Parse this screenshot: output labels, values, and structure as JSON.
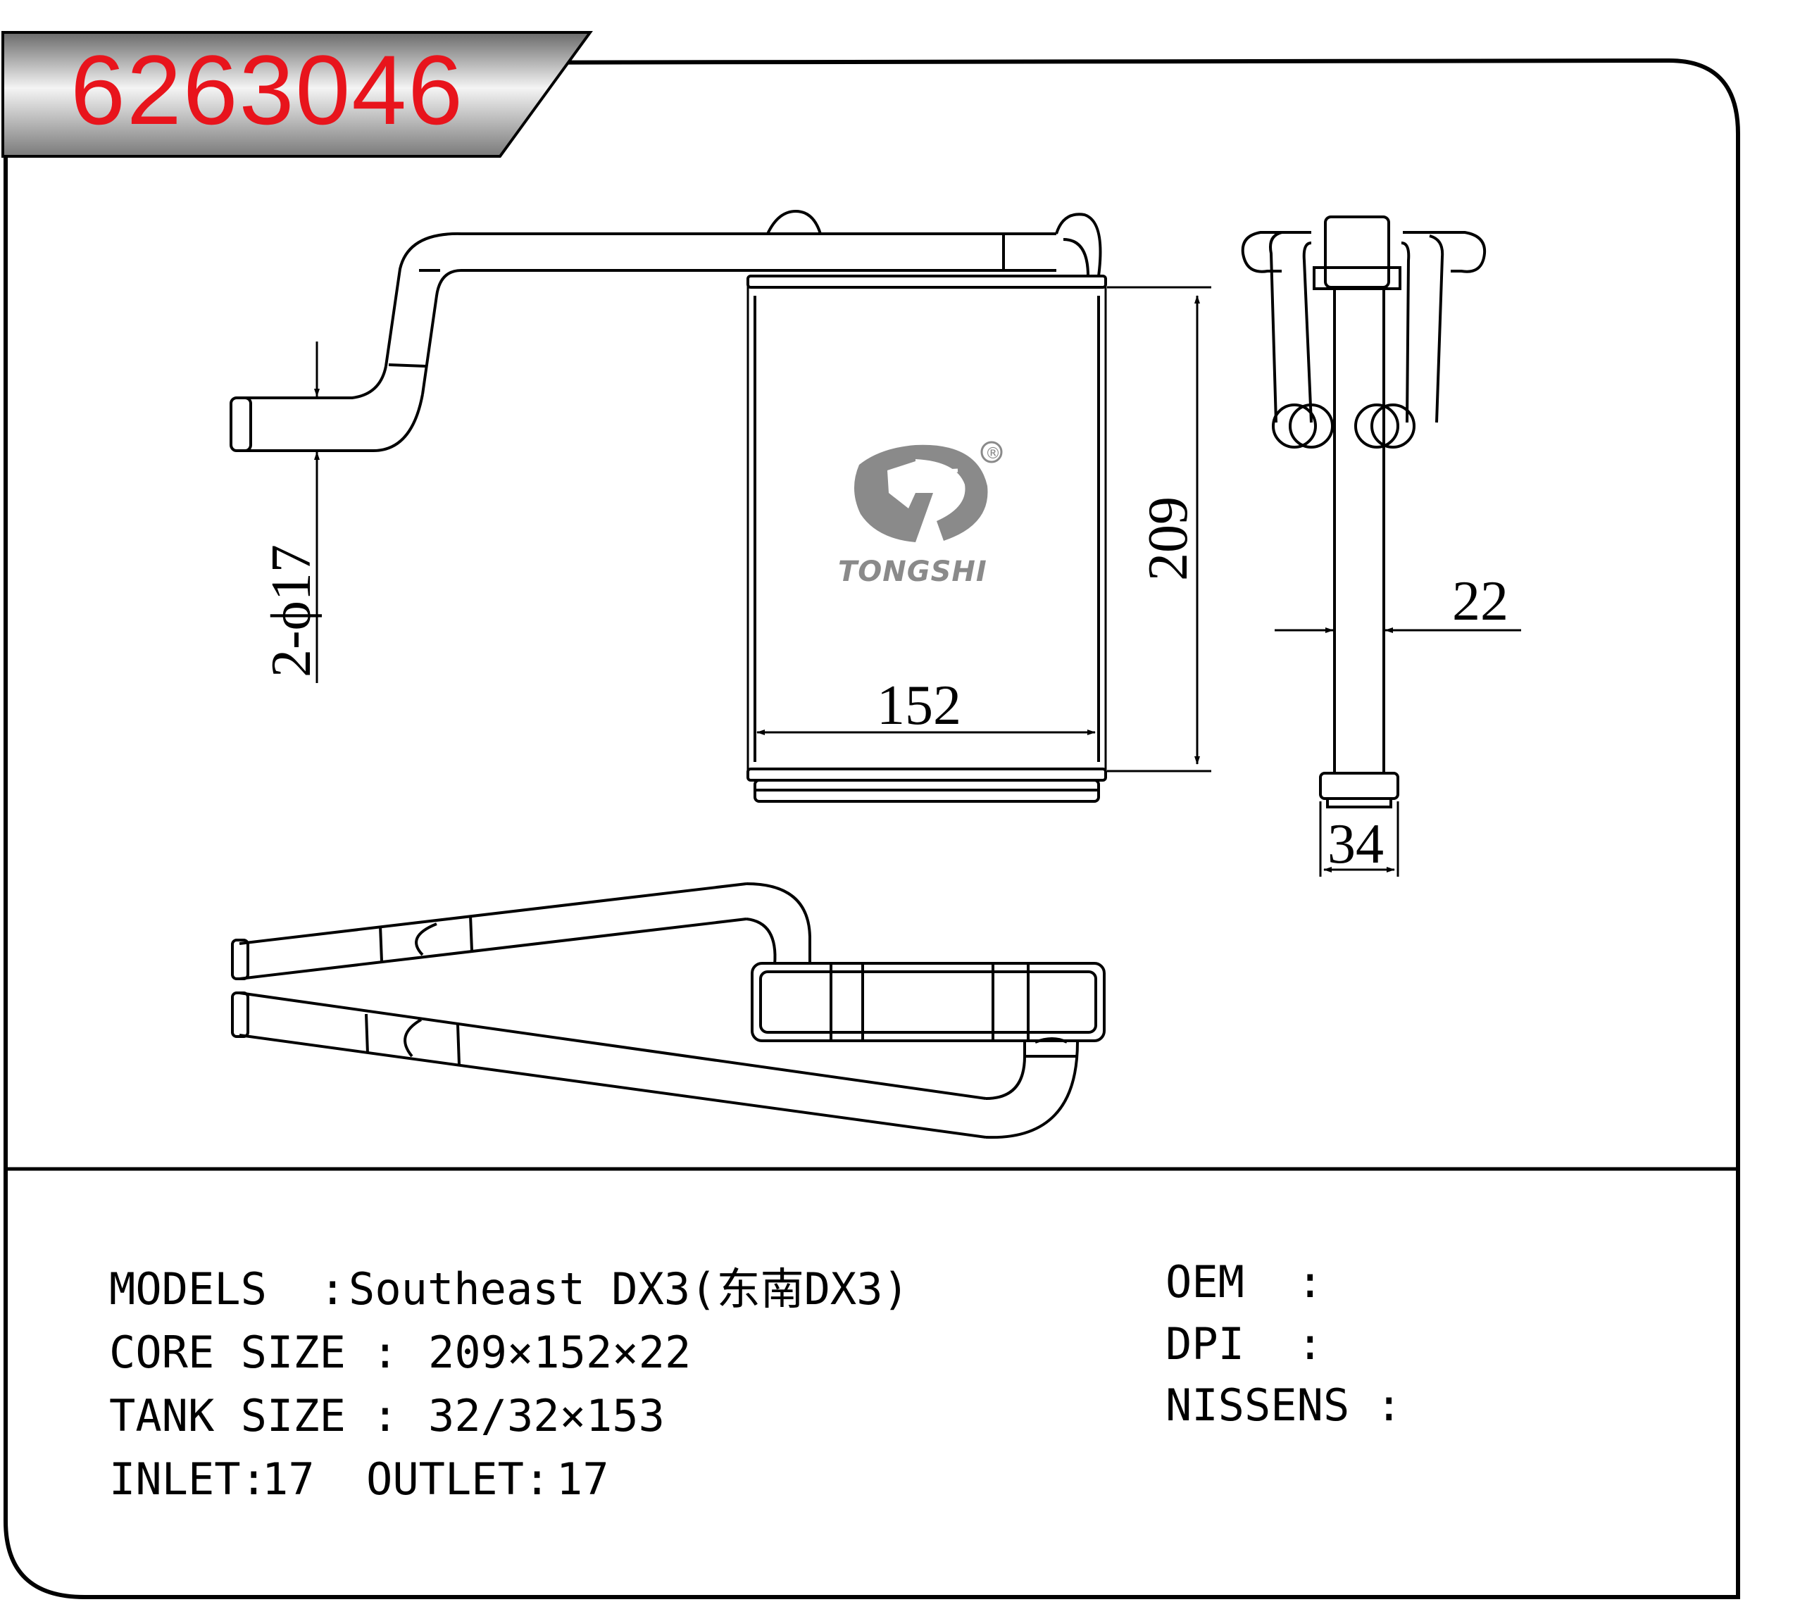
{
  "header": {
    "part_number": "6263046",
    "part_number_color": "#e8141c"
  },
  "drawing": {
    "dim_width": "152",
    "dim_height": "209",
    "dim_depth": "22",
    "dim_tank": "34",
    "dim_pipe": "2-ϕ17"
  },
  "logo": {
    "brand": "TONGSHI",
    "registered_mark": "®",
    "color": "#8a8a8a"
  },
  "specs": {
    "models_label": "MODELS  :",
    "models_value": "Southeast DX3(东南DX3)",
    "core_label": "CORE SIZE :",
    "core_value": "209×152×22",
    "tank_label": "TANK SIZE :",
    "tank_value": "32/32×153",
    "inlet_label": "INLET:",
    "inlet_value": "17",
    "outlet_label": "OUTLET:",
    "outlet_value": "17",
    "oem_label": "OEM  :",
    "dpi_label": "DPI  :",
    "nissens_label": "NISSENS :"
  }
}
